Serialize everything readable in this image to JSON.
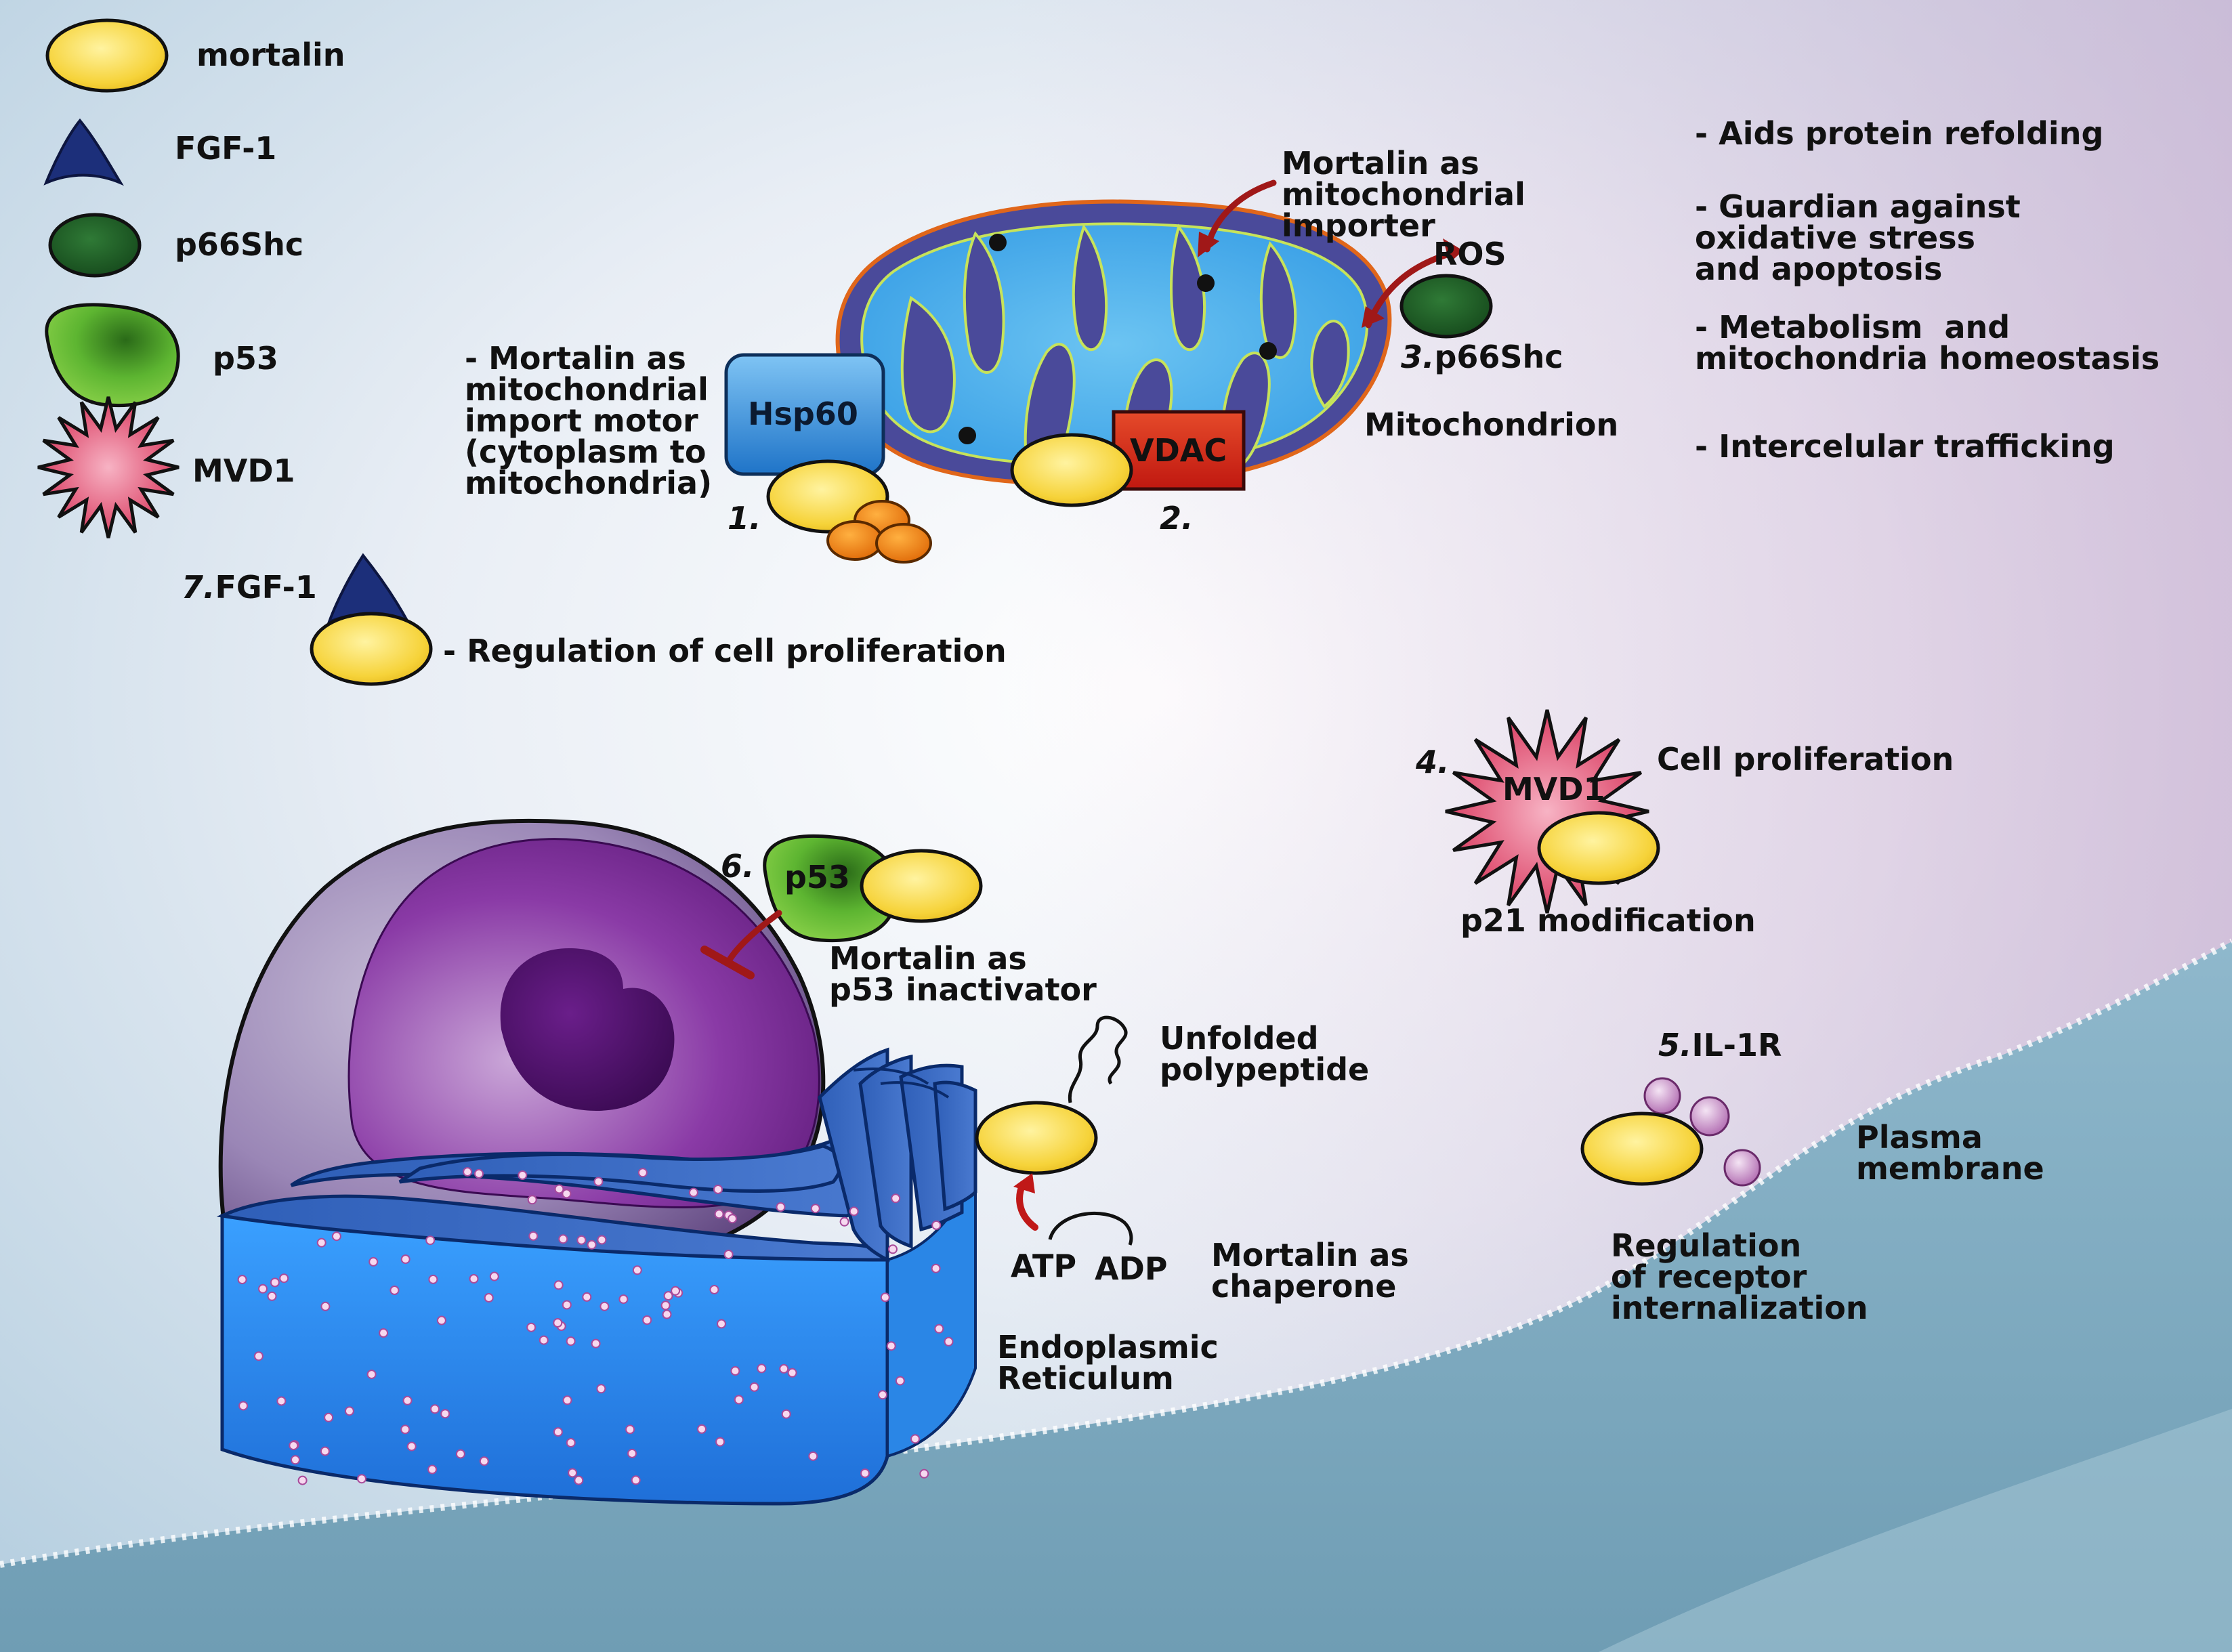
{
  "legend": {
    "items": [
      {
        "label": "mortalin",
        "icon": "mortalin-ellipse-icon"
      },
      {
        "label": "FGF-1",
        "icon": "fgf1-triangle-icon"
      },
      {
        "label": "p66Shc",
        "icon": "p66shc-ellipse-icon"
      },
      {
        "label": "p53",
        "icon": "p53-blob-icon"
      },
      {
        "label": "MVD1",
        "icon": "mvd1-star-icon"
      }
    ]
  },
  "mitochondrion": {
    "label": "Mitochondrion",
    "importer_label": "Mortalin as\nmitochondrial\nimporter",
    "import_motor_label": "- Mortalin as\nmitochondrial\nimport motor\n(cytoplasm to\nmitochondria)",
    "hsp60_label": "Hsp60",
    "vdac_label": "VDAC",
    "num1": "1.",
    "num2": "2.",
    "p66shc_label": "3.p66Shc",
    "ros_label": "ROS"
  },
  "functions": {
    "items": [
      "- Aids protein refolding",
      "- Guardian against\noxidative stress\nand apoptosis",
      "- Metabolism  and\nmitochondria homeostasis",
      "- Intercelular trafficking"
    ]
  },
  "fgf1": {
    "label": "FGF-1",
    "num": "7.",
    "regulation_label": "- Regulation of cell proliferation"
  },
  "mvd1": {
    "num": "4.",
    "inbox_label": "MVD1",
    "cell_proliferation_label": "Cell proliferation",
    "p21_label": "p21 modification"
  },
  "p53": {
    "num": "6.",
    "inbox_label": "p53",
    "inactivator_label": "Mortalin as\np53 inactivator"
  },
  "chaperone": {
    "unfolded_label": "Unfolded\npolypeptide",
    "atp_label": "ATP",
    "adp_label": "ADP",
    "chaperone_label": "Mortalin as\nchaperone",
    "er_label": "Endoplasmic\nReticulum"
  },
  "il1r": {
    "num": "5.",
    "label": "IL-1R",
    "plasma_label": "Plasma\nmembrane",
    "regulation_label": "Regulation\nof receptor\ninternalization"
  },
  "colors": {
    "mortalin": "#f6d33a",
    "fgf1": "#1c2f7a",
    "p66shc": "#1f5a26",
    "p53": "#5db531",
    "mvd1": "#e0446a",
    "mito_matrix": "#4a4a9a",
    "mito_outer": "#5fb0e8",
    "hsp60": "#2f86d6",
    "vdac": "#d62418",
    "arrow": "#a01818",
    "nucleus": "#6a2a8a",
    "er": "#1f6fd8",
    "membrane": "#7aa8c0"
  }
}
